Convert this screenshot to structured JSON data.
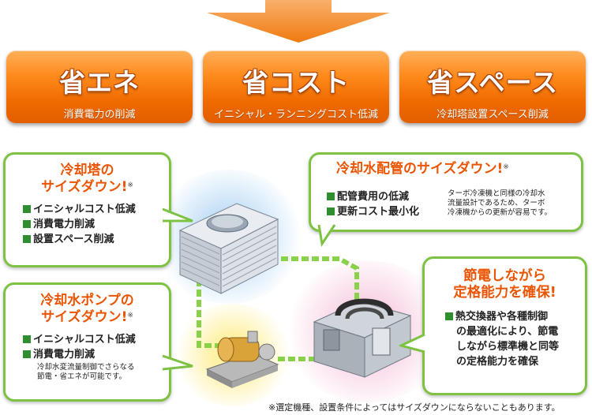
{
  "headers": [
    {
      "title": "省エネ",
      "subtitle": "消費電力の削減"
    },
    {
      "title": "省コスト",
      "subtitle": "イニシャル・ランニングコスト低減"
    },
    {
      "title": "省スペース",
      "subtitle": "冷却塔設置スペース削減"
    }
  ],
  "callouts": {
    "tower": {
      "title_line1": "冷却塔の",
      "title_line2": "サイズダウン!",
      "mark": "※",
      "items": [
        "イニシャルコスト低減",
        "消費電力削減",
        "設置スペース削減"
      ]
    },
    "pipe": {
      "title": "冷却水配管のサイズダウン!",
      "mark": "※",
      "items": [
        "配管費用の低減",
        "更新コスト最小化"
      ],
      "note_lines": [
        "ターボ冷凍機と同様の冷却水",
        "流量設計であるため、ターボ",
        "冷凍機からの更新が容易です。"
      ]
    },
    "pump": {
      "title_line1": "冷却水ポンプの",
      "title_line2": "サイズダウン!",
      "mark": "※",
      "items": [
        "イニシャルコスト低減",
        "消費電力削減"
      ],
      "note_lines": [
        "冷却水変流量制御でさらなる",
        "節電・省エネが可能です。"
      ]
    },
    "chiller": {
      "title_line1": "節電しながら",
      "title_line2": "定格能力を確保!",
      "body_lines": [
        "熱交換器や各種制御",
        "の最適化により、節電",
        "しながら標準機と同等",
        "の定格能力を確保"
      ]
    }
  },
  "footnote": "※選定機種、設置条件によってはサイズダウンにならないこともあります。",
  "colors": {
    "accent_orange": "#ea5504",
    "green": "#7dc242",
    "header_orange": "#f07a10",
    "bullet_green": "#2f8f2f"
  }
}
